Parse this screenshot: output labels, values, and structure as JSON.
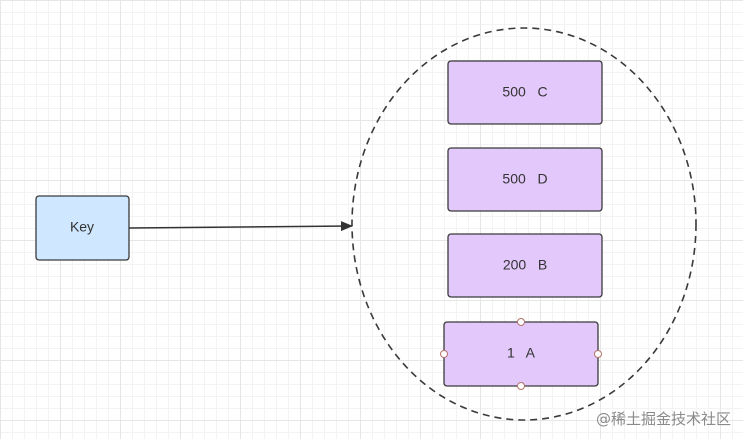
{
  "diagram": {
    "key_node": {
      "label": "Key"
    },
    "set_nodes": [
      {
        "label": "500   C"
      },
      {
        "label": "500   D"
      },
      {
        "label": "200   B"
      },
      {
        "label": "1   A",
        "selected": true
      }
    ]
  },
  "colors": {
    "key_fill": "#cfe8ff",
    "key_stroke": "#3a3a3a",
    "set_fill": "#e3c8fb",
    "set_stroke": "#3a3a3a",
    "container_stroke": "#3a3a3a",
    "arrow": "#333333",
    "selection_handle": "#b5736a"
  },
  "watermark": "@稀土掘金技术社区"
}
